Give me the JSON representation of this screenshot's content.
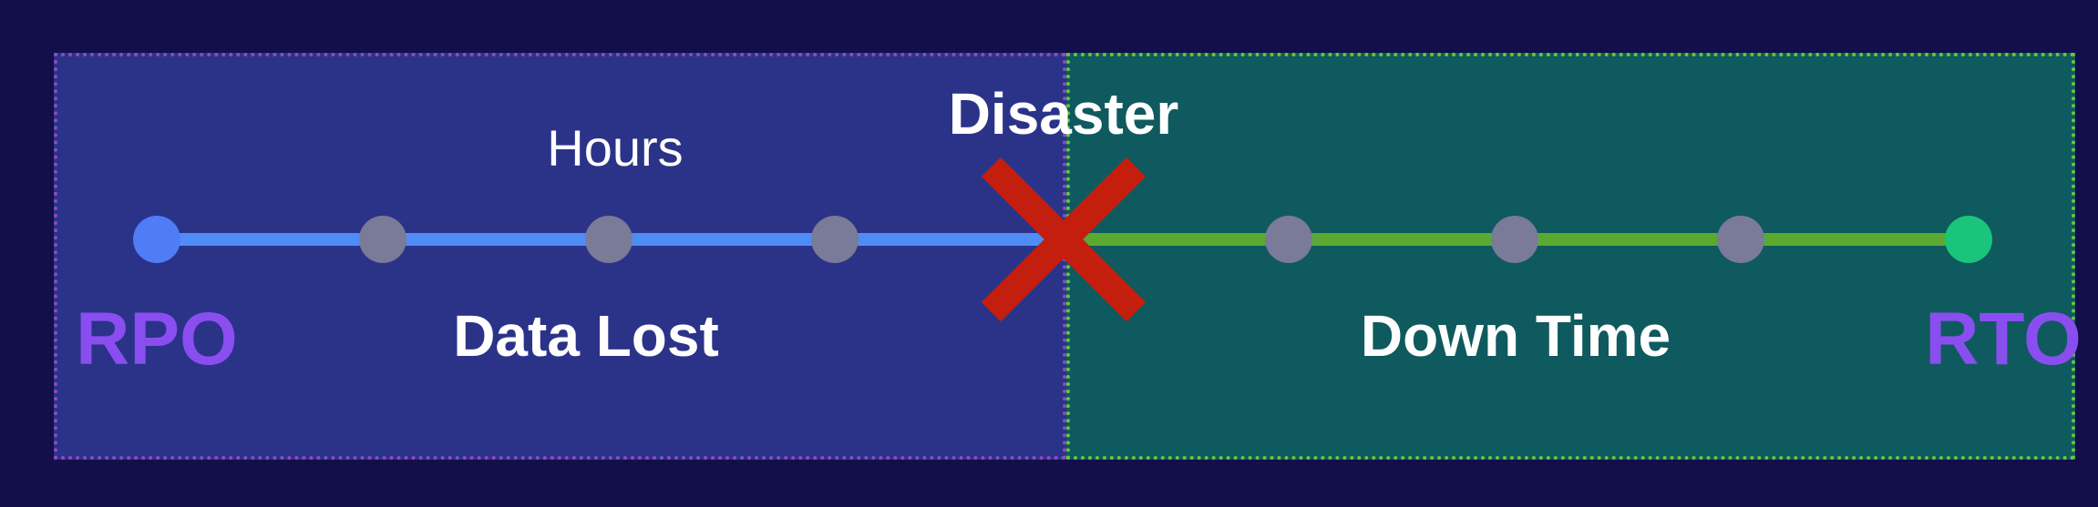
{
  "labels": {
    "hours": "Hours",
    "disaster": "Disaster",
    "data_lost": "Data Lost",
    "down_time": "Down Time",
    "rpo": "RPO",
    "rto": "RTO"
  },
  "colors": {
    "background": "#120f4a",
    "data_lost_zone": "#2b3388",
    "data_lost_border": "#8a4bc2",
    "down_time_zone": "#0f5a5e",
    "down_time_border": "#6cc43c",
    "rpo_line": "#4f8cf5",
    "rto_line": "#5aaa32",
    "intermediate_node": "#7a7a99",
    "rpo_node": "#4f7cf7",
    "rto_node": "#1ac47a",
    "disaster_mark": "#c41e0e",
    "rpo_rto_text": "#8a4ef0",
    "text": "#ffffff"
  },
  "icons": {
    "disaster_mark": "x-cross-icon"
  }
}
